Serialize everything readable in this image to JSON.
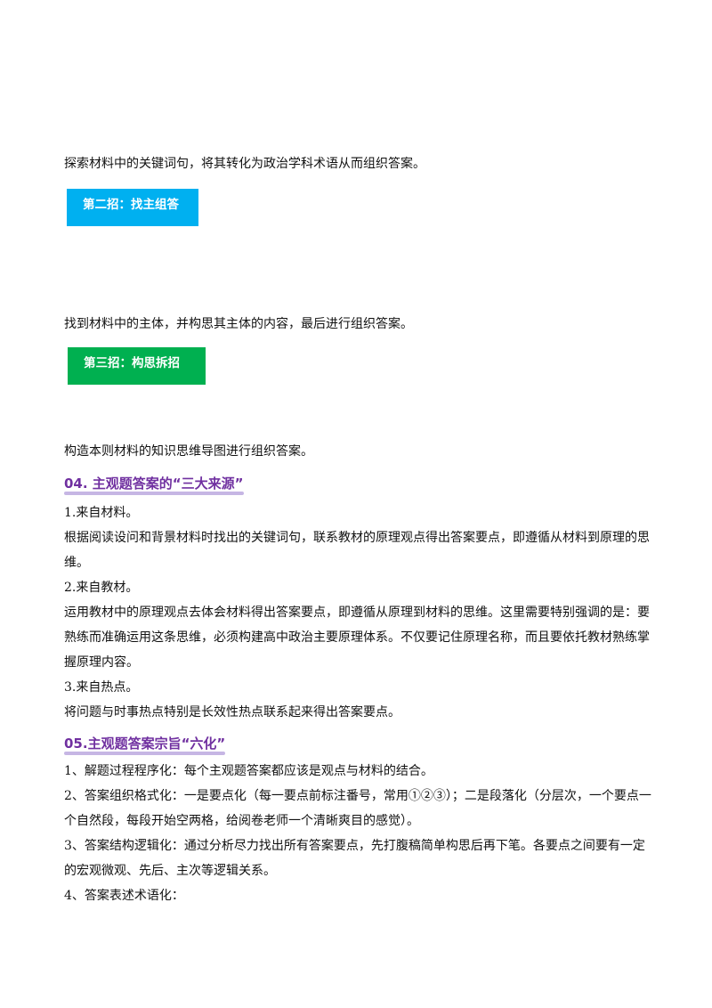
{
  "colors": {
    "blue_box": "#00b0f0",
    "green_box": "#00b050",
    "heading": "#7030a0",
    "heading_underline": "#b39ddb"
  },
  "intro_text": "探索材料中的关键词句，将其转化为政治学科术语从而组织答案。",
  "tip2": {
    "title": "第二招：找主组答",
    "text": "找到材料中的主体，并构思其主体的内容，最后进行组织答案。"
  },
  "tip3": {
    "title": "第三招：构思拆招",
    "text": "构造本则材料的知识思维导图进行组织答案。"
  },
  "section04": {
    "heading": "04. 主观题答案的“三大来源”",
    "p1": "1.来自材料。",
    "p2": "根据阅读设问和背景材料时找出的关键词句，联系教材的原理观点得出答案要点，即遵循从材料到原理的思维。",
    "p3": "2.来自教材。",
    "p4": "运用教材中的原理观点去体会材料得出答案要点，即遵循从原理到材料的思维。这里需要特别强调的是：要熟练而准确运用这条思维，必须构建高中政治主要原理体系。不仅要记住原理名称，而且要依托教材熟练掌握原理内容。",
    "p5": "3.来自热点。",
    "p6": "将问题与时事热点特别是长效性热点联系起来得出答案要点。"
  },
  "section05": {
    "heading": "05.主观题答案宗旨“六化”",
    "p1": "1、解题过程程序化：每个主观题答案都应该是观点与材料的结合。",
    "p2": "2、答案组织格式化：一是要点化（每一要点前标注番号，常用①②③）；二是段落化（分层次，一个要点一个自然段，每段开始空两格，给阅卷老师一个清晰爽目的感觉）。",
    "p3": "3、答案结构逻辑化：通过分析尽力找出所有答案要点，先打腹稿简单构思后再下笔。各要点之间要有一定的宏观微观、先后、主次等逻辑关系。",
    "p4": "4、答案表述术语化："
  }
}
